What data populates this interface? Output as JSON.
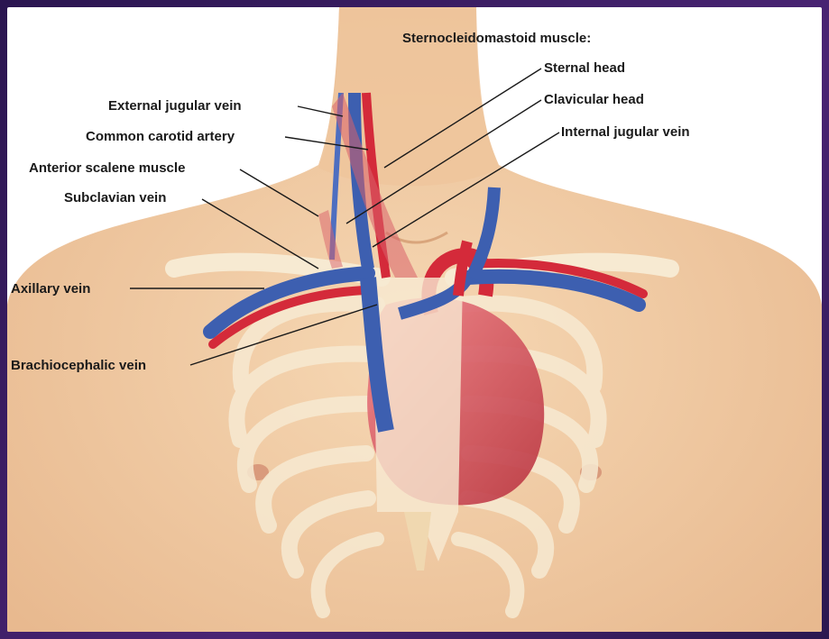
{
  "labels": {
    "scm_header": "Sternocleidomastoid muscle:",
    "sternal_head": "Sternal head",
    "clavicular_head": "Clavicular head",
    "internal_jugular_vein": "Internal jugular vein",
    "external_jugular_vein": "External jugular vein",
    "common_carotid_artery": "Common carotid artery",
    "anterior_scalene_muscle": "Anterior scalene muscle",
    "subclavian_vein": "Subclavian vein",
    "axillary_vein": "Axillary vein",
    "brachiocephalic_vein": "Brachiocephalic vein"
  },
  "colors": {
    "skin": "#f3cfa6",
    "skin_shadow": "#e2b187",
    "vein": "#3d5fb0",
    "artery": "#d42a3a",
    "muscle": "#d9606a",
    "bone": "#f7ead2",
    "heart": "#e05a6a",
    "frame": "#3a1d5c"
  }
}
